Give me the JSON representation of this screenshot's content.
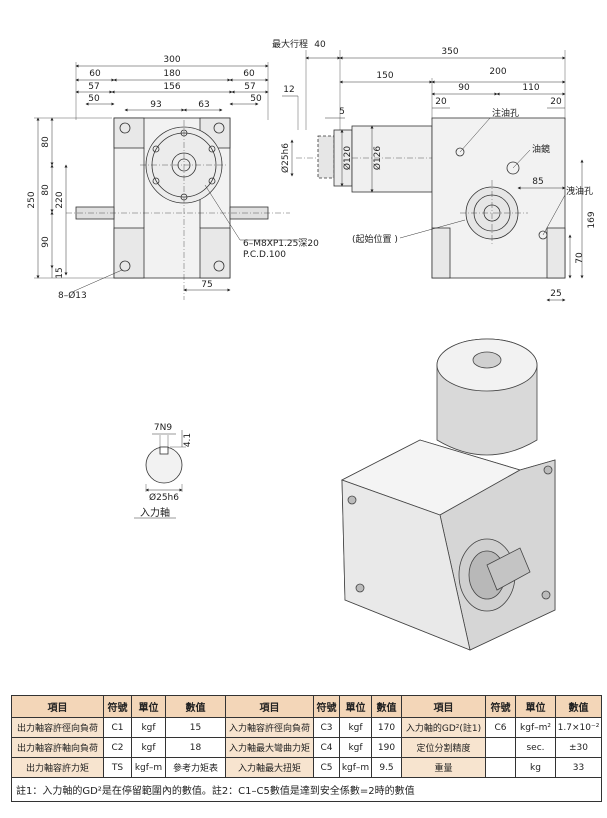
{
  "colors": {
    "accent": "#f3d6b8",
    "row_label": "#f7e4cf",
    "line": "#222222"
  },
  "drawing": {
    "dims_top": [
      "300",
      "60",
      "180",
      "60",
      "156",
      "57",
      "57",
      "50",
      "93",
      "63",
      "50"
    ],
    "dims_left": [
      "250",
      "80",
      "80",
      "220",
      "90",
      "15"
    ],
    "hole_note": "8–Ø13",
    "bolt_note_1": "6–M8XP1.25深20",
    "bolt_note_2": "P.C.D.100",
    "dim_75": "75",
    "max_stroke": "最大行程",
    "dim_40": "40",
    "dim_12": "12",
    "dim_5": "5",
    "shaft_dia": "Ø25h6",
    "dia_120": "Ø120",
    "dia_126": "Ø126",
    "dim_350": "350",
    "dim_150": "150",
    "dim_200": "200",
    "dim_20a": "20",
    "dim_90": "90",
    "dim_110": "110",
    "dim_20b": "20",
    "oil_fill": "注油孔",
    "oil_gauge": "油鏡",
    "dim_85": "85",
    "oil_drain": "洩油孔",
    "dim_169": "169",
    "dim_70": "70",
    "dim_25": "25",
    "start_pos": "(起始位置 )",
    "key_w": "7N9",
    "key_d": "4.1",
    "shaft_label": "Ø25h6",
    "input_shaft": "入力軸"
  },
  "table": {
    "headers": [
      "項目",
      "符號",
      "單位",
      "數值",
      "項目",
      "符號",
      "單位",
      "數值",
      "項目",
      "符號",
      "單位",
      "數值"
    ],
    "rows": [
      [
        "出力軸容許徑向負荷",
        "C1",
        "kgf",
        "15",
        "入力軸容許徑向負荷",
        "C3",
        "kgf",
        "170",
        "入力軸的GD²(註1)",
        "C6",
        "kgf–m²",
        "1.7×10⁻²"
      ],
      [
        "出力軸容許軸向負荷",
        "C2",
        "kgf",
        "18",
        "入力軸最大彎曲力矩",
        "C4",
        "kgf",
        "190",
        "定位分割精度",
        "",
        "sec.",
        "±30"
      ],
      [
        "出力軸容許力矩",
        "TS",
        "kgf–m",
        "參考力矩表",
        "入力軸最大扭矩",
        "C5",
        "kgf–m",
        "9.5",
        "重量",
        "",
        "kg",
        "33"
      ]
    ],
    "note": "註1：入力軸的GD²是在停留範圍內的數值。註2：C1–C5數值是達到安全係數=2時的數值"
  }
}
